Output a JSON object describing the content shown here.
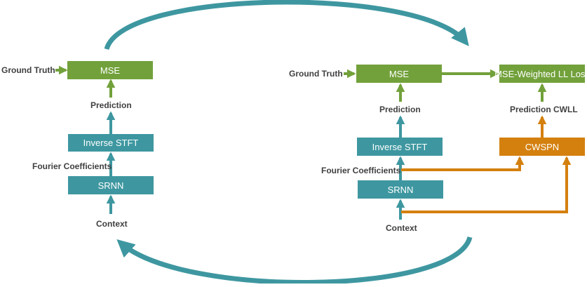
{
  "colors": {
    "teal": "#3e97a0",
    "green": "#72a13b",
    "orange": "#d4800f",
    "text": "#404040"
  },
  "left": {
    "ground_truth": "Ground Truth",
    "mse": "MSE",
    "prediction": "Prediction",
    "inverse_stft": "Inverse STFT",
    "fourier": "Fourier Coefficients",
    "srnn": "SRNN",
    "context": "Context"
  },
  "right": {
    "ground_truth": "Ground Truth",
    "mse": "MSE",
    "loss": "MSE-Weighted LL Loss",
    "prediction": "Prediction",
    "prediction_cwll": "Prediction CWLL",
    "inverse_stft": "Inverse STFT",
    "cwspn": "CWSPN",
    "fourier": "Fourier Coefficients",
    "srnn": "SRNN",
    "context": "Context"
  }
}
